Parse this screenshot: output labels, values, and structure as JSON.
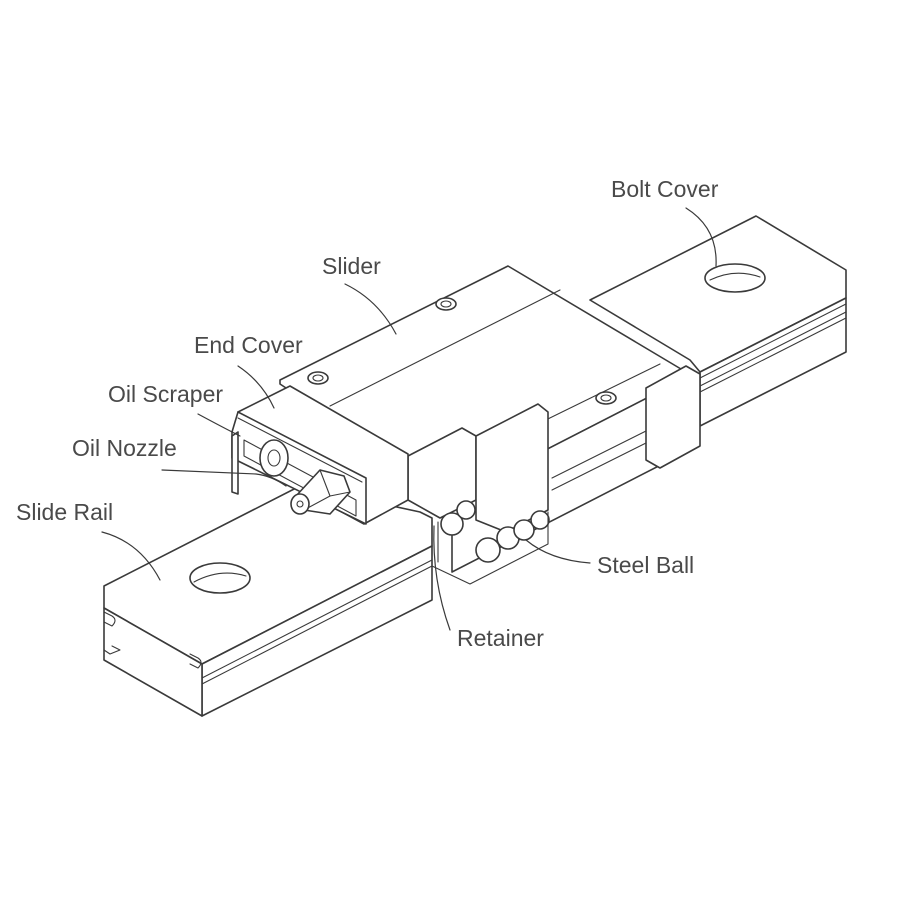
{
  "labels": {
    "bolt_cover": "Bolt Cover",
    "slider": "Slider",
    "end_cover": "End Cover",
    "oil_scraper": "Oil Scraper",
    "oil_nozzle": "Oil Nozzle",
    "slide_rail": "Slide Rail",
    "steel_ball": "Steel Ball",
    "retainer": "Retainer"
  },
  "colors": {
    "line": "#3a3a3a",
    "label": "#4a4a4a",
    "background": "#ffffff"
  }
}
